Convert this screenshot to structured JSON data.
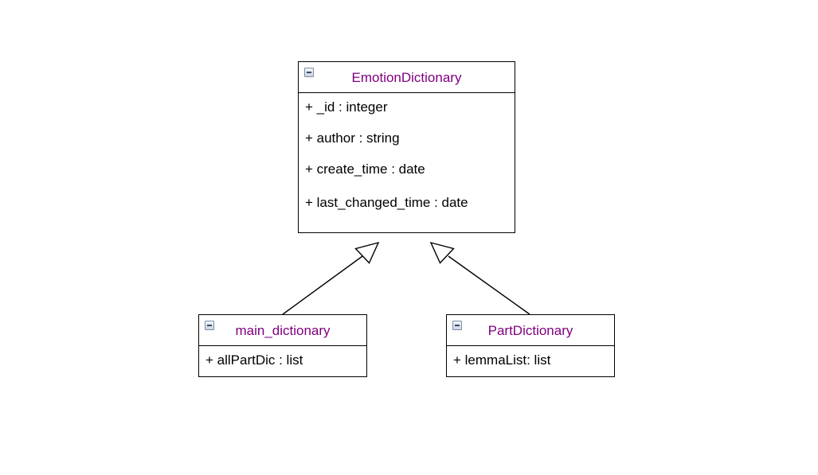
{
  "diagram": {
    "colors": {
      "class_name": "#800080",
      "text": "#000000",
      "border": "#000000",
      "background": "#ffffff"
    },
    "classes": [
      {
        "id": "emotion-dictionary",
        "name": "EmotionDictionary",
        "attributes": [
          "+ _id : integer",
          "+ author : string",
          "+ create_time : date",
          "+ last_changed_time : date"
        ]
      },
      {
        "id": "main-dictionary",
        "name": "main_dictionary",
        "attributes": [
          "+ allPartDic : list"
        ]
      },
      {
        "id": "part-dictionary",
        "name": "PartDictionary",
        "attributes": [
          "+ lemmaList: list"
        ]
      }
    ],
    "relations": [
      {
        "type": "generalization",
        "from": "main_dictionary",
        "to": "EmotionDictionary"
      },
      {
        "type": "generalization",
        "from": "PartDictionary",
        "to": "EmotionDictionary"
      }
    ],
    "icons": {
      "collapse": "collapse-minus-icon"
    }
  }
}
